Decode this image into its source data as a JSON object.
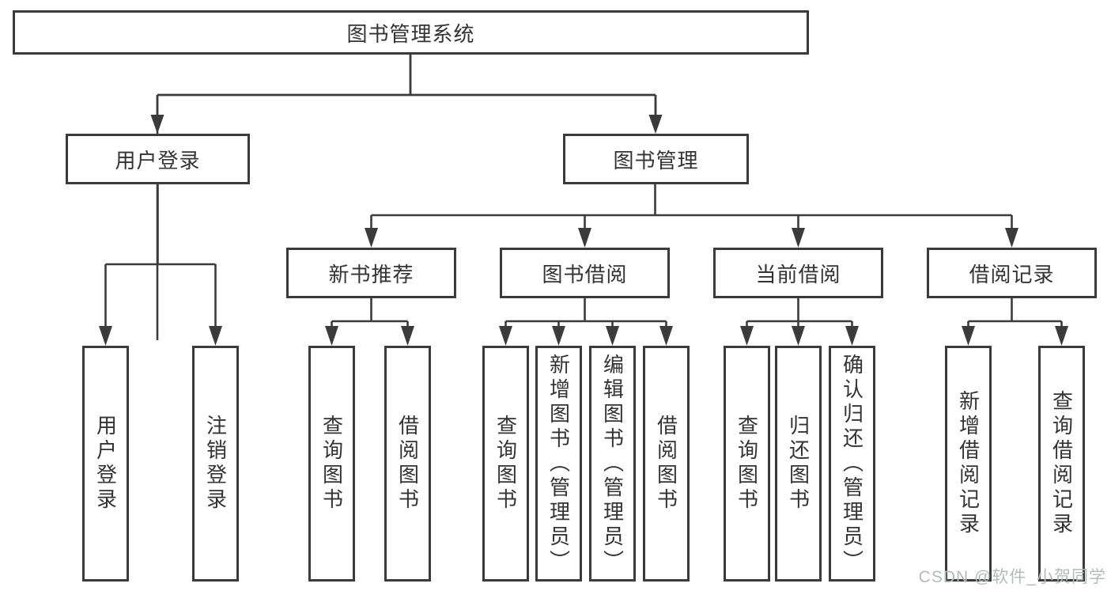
{
  "diagram": {
    "title_node": {
      "label": "图书管理系统"
    },
    "level2": [
      {
        "label": "用户登录"
      },
      {
        "label": "图书管理"
      }
    ],
    "level3": [
      {
        "label": "新书推荐"
      },
      {
        "label": "图书借阅"
      },
      {
        "label": "当前借阅"
      },
      {
        "label": "借阅记录"
      }
    ],
    "leaves": [
      {
        "parent": "用户登录",
        "label": "用户登录"
      },
      {
        "parent": "用户登录",
        "label": "注销登录"
      },
      {
        "parent": "新书推荐",
        "label": "查询图书"
      },
      {
        "parent": "新书推荐",
        "label": "借阅图书"
      },
      {
        "parent": "图书借阅",
        "label": "查询图书"
      },
      {
        "parent": "图书借阅",
        "label": "新增图书（管理员）"
      },
      {
        "parent": "图书借阅",
        "label": "编辑图书（管理员）"
      },
      {
        "parent": "图书借阅",
        "label": "借阅图书"
      },
      {
        "parent": "当前借阅",
        "label": "查询图书"
      },
      {
        "parent": "当前借阅",
        "label": "归还图书"
      },
      {
        "parent": "当前借阅",
        "label": "确认归还（管理员）"
      },
      {
        "parent": "借阅记录",
        "label": "新增借阅记录"
      },
      {
        "parent": "借阅记录",
        "label": "查询借阅记录"
      }
    ],
    "watermark": "CSDN @软件_小贺同学",
    "colors": {
      "line": "#3b3b3b",
      "text": "#333333",
      "box_fill": "#ffffff",
      "background": "#ffffff",
      "watermark": "#b5b9bf"
    }
  }
}
